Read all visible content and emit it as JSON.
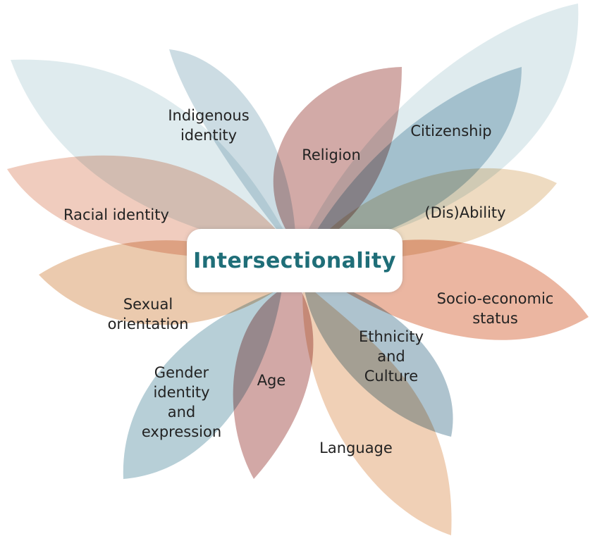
{
  "diagram": {
    "center_label": "Intersectionality",
    "palette": {
      "blue_light": "#d3e4e8",
      "blue": "#9fbecc",
      "rose": "#c38b87",
      "orange": "#e9a589",
      "tan": "#e8bf97",
      "peach": "#eec3a5"
    },
    "labels": [
      {
        "id": "indigenous-identity",
        "text": "Indigenous\nidentity"
      },
      {
        "id": "religion",
        "text": "Religion"
      },
      {
        "id": "citizenship",
        "text": "Citizenship"
      },
      {
        "id": "racial-identity",
        "text": "Racial identity"
      },
      {
        "id": "disability",
        "text": "(Dis)Ability"
      },
      {
        "id": "socio-economic-status",
        "text": "Socio-economic\nstatus"
      },
      {
        "id": "sexual-orientation",
        "text": "Sexual\norientation"
      },
      {
        "id": "ethnicity-and-culture",
        "text": "Ethnicity\nand\nCulture"
      },
      {
        "id": "gender-identity-and-expression",
        "text": "Gender\nidentity\nand\nexpression"
      },
      {
        "id": "age",
        "text": "Age"
      },
      {
        "id": "language",
        "text": "Language"
      }
    ]
  }
}
